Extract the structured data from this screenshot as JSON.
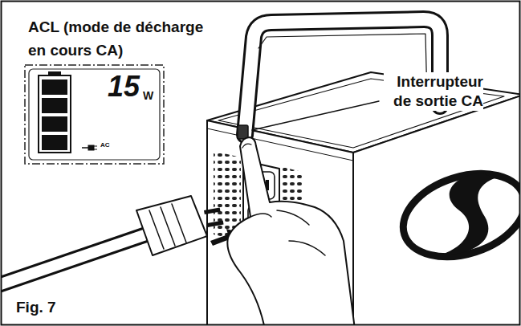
{
  "diagram": {
    "nodes": [
      {
        "text": [
          "ACL (mode de décharge en cours CA)",
          "15",
          "W",
          "AC"
        ]
      }
    ],
    "labels": [
      "Interrupteur de sortie CA",
      "Fig. 7"
    ]
  }
}
